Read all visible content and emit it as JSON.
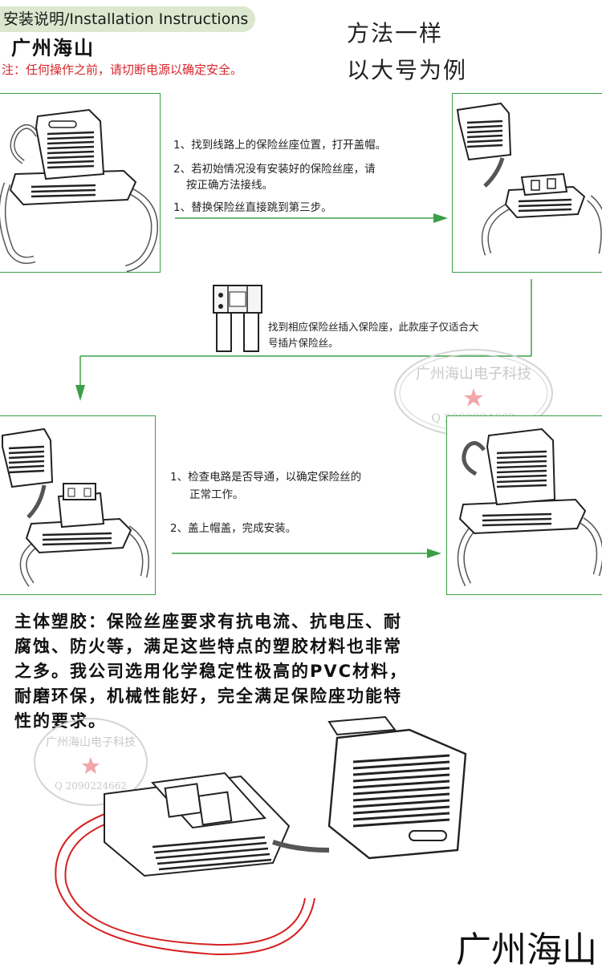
{
  "header": {
    "tag": "安装说明/Installation Instructions",
    "brand": "广州海山",
    "warning": "注：任何操作之前，请切断电源以确定安全。",
    "method_line1": "方法一样",
    "method_line2": "以大号为例"
  },
  "step_group1": {
    "line1": "1、找到线路上的保险丝座位置，打开盖帽。",
    "line2a": "2、若初始情况没有安装好的保险丝座，请",
    "line2b": "按正确方法接线。",
    "line3": "1、替换保险丝直接跳到第三步。"
  },
  "step_group2": {
    "line1": "找到相应保险丝插入保险座，此款座子仅适合大",
    "line2": "号插片保险丝。"
  },
  "step_group3": {
    "line1a": "1、检查电路是否导通，以确定保险丝的",
    "line1b": "正常工作。",
    "line2": "2、盖上帽盖，完成安装。"
  },
  "description": [
    "主体塑胶：保险丝座要求有抗电流、抗电压、耐",
    "腐蚀、防火等，满足这些特点的塑胶材料也非常",
    "之多。我公司选用化学稳定性极高的PVC材料，",
    "耐磨环保，机械性能好，完全满足保险座功能特",
    "性的要求。"
  ],
  "watermark": {
    "company": "广州海山电子科技",
    "qq": "Q 2090224662"
  },
  "footer": {
    "brand": "广州海山"
  },
  "colors": {
    "accent_green": "#3aa047",
    "warning_red": "#d8262b",
    "header_bg": "#dbe8cf",
    "wire_red": "#d62020"
  }
}
